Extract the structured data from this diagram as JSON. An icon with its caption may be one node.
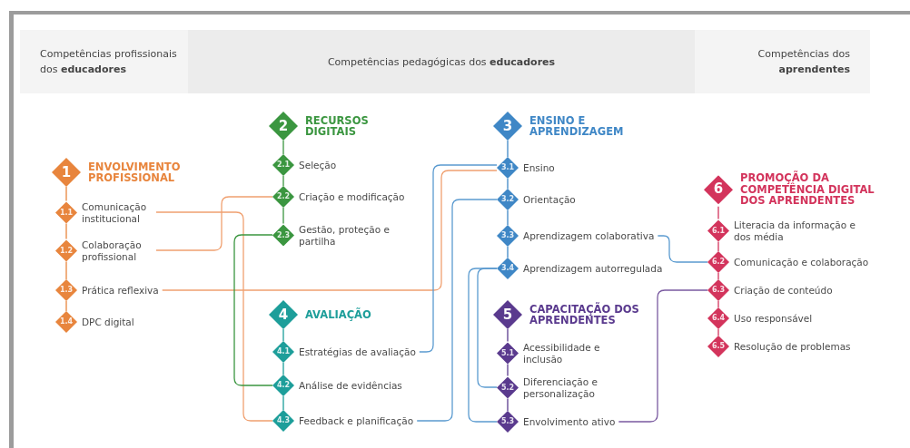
{
  "diagram": {
    "nodes": [
      {
        "text": [
          "Competências profissionais dos **educadores**"
        ]
      },
      {
        "text": [
          "Competências pedagógicas dos **educadores**"
        ]
      },
      {
        "text": [
          "Competências dos **aprendentes**"
        ]
      },
      {
        "text": [
          "1",
          "ENVOLVIMENTO PROFISSIONAL"
        ]
      },
      {
        "text": [
          "1.1",
          "Comunicação institucional"
        ]
      },
      {
        "text": [
          "1.2",
          "Colaboração profissional"
        ]
      },
      {
        "text": [
          "1.3",
          "Prática reflexiva"
        ]
      },
      {
        "text": [
          "1.4",
          "DPC digital"
        ]
      },
      {
        "text": [
          "2",
          "RECURSOS DIGITAIS"
        ]
      },
      {
        "text": [
          "2.1",
          "Seleção"
        ]
      },
      {
        "text": [
          "2.2",
          "Criação e modificação"
        ]
      },
      {
        "text": [
          "2.3",
          "Gestão, proteção e partilha"
        ]
      },
      {
        "text": [
          "3",
          "ENSINO E APRENDIZAGEM"
        ]
      },
      {
        "text": [
          "3.1",
          "Ensino"
        ]
      },
      {
        "text": [
          "3.2",
          "Orientação"
        ]
      },
      {
        "text": [
          "3.3",
          "Aprendizagem colaborativa"
        ]
      },
      {
        "text": [
          "3.4",
          "Aprendizagem autorregulada"
        ]
      },
      {
        "text": [
          "4",
          "AVALIAÇÃO"
        ]
      },
      {
        "text": [
          "4.1",
          "Estratégias de avaliação"
        ]
      },
      {
        "text": [
          "4.2",
          "Análise de evidências"
        ]
      },
      {
        "text": [
          "4.3",
          "Feedback e planificação"
        ]
      },
      {
        "text": [
          "5",
          "CAPACITAÇÃO DOS APRENDENTES"
        ]
      },
      {
        "text": [
          "5.1",
          "Acessibilidade e inclusão"
        ]
      },
      {
        "text": [
          "5.2",
          "Diferenciação e personalização"
        ]
      },
      {
        "text": [
          "5.3",
          "Envolvimento ativo"
        ]
      },
      {
        "text": [
          "6",
          "PROMOÇÃO DA COMPETÊNCIA DIGITAL DOS APRENDENTES"
        ]
      },
      {
        "text": [
          "6.1",
          "Literacia da informação e dos média"
        ]
      },
      {
        "text": [
          "6.2",
          "Comunicação e colaboração"
        ]
      },
      {
        "text": [
          "6.3",
          "Criação de conteúdo"
        ]
      },
      {
        "text": [
          "6.4",
          "Uso responsável"
        ]
      },
      {
        "text": [
          "6.5",
          "Resolução de problemas"
        ]
      }
    ],
    "edges": [
      {
        "from": 3,
        "to": 4,
        "arrow": "none",
        "color": "#e8853d"
      },
      {
        "from": 4,
        "to": 5,
        "arrow": "none",
        "color": "#e8853d"
      },
      {
        "from": 5,
        "to": 6,
        "arrow": "none",
        "color": "#e8853d"
      },
      {
        "from": 6,
        "to": 7,
        "arrow": "none",
        "color": "#e8853d"
      },
      {
        "from": 8,
        "to": 9,
        "arrow": "none",
        "color": "#3b9640"
      },
      {
        "from": 9,
        "to": 10,
        "arrow": "none",
        "color": "#3b9640"
      },
      {
        "from": 10,
        "to": 11,
        "arrow": "none",
        "color": "#3b9640"
      },
      {
        "from": 12,
        "to": 13,
        "arrow": "none",
        "color": "#3f87c6"
      },
      {
        "from": 13,
        "to": 14,
        "arrow": "none",
        "color": "#3f87c6"
      },
      {
        "from": 14,
        "to": 15,
        "arrow": "none",
        "color": "#3f87c6"
      },
      {
        "from": 15,
        "to": 16,
        "arrow": "none",
        "color": "#3f87c6"
      },
      {
        "from": 17,
        "to": 18,
        "arrow": "none",
        "color": "#1d9e9a"
      },
      {
        "from": 18,
        "to": 19,
        "arrow": "none",
        "color": "#1d9e9a"
      },
      {
        "from": 19,
        "to": 20,
        "arrow": "none",
        "color": "#1d9e9a"
      },
      {
        "from": 21,
        "to": 22,
        "arrow": "none",
        "color": "#5a3a8e"
      },
      {
        "from": 22,
        "to": 23,
        "arrow": "none",
        "color": "#5a3a8e"
      },
      {
        "from": 23,
        "to": 24,
        "arrow": "none",
        "color": "#5a3a8e"
      },
      {
        "from": 25,
        "to": 26,
        "arrow": "none",
        "color": "#d3345c"
      },
      {
        "from": 26,
        "to": 27,
        "arrow": "none",
        "color": "#d3345c"
      },
      {
        "from": 27,
        "to": 28,
        "arrow": "none",
        "color": "#d3345c"
      },
      {
        "from": 28,
        "to": 29,
        "arrow": "none",
        "color": "#d3345c"
      },
      {
        "from": 29,
        "to": 30,
        "arrow": "none",
        "color": "#d3345c"
      },
      {
        "from": 4,
        "to": 20,
        "arrow": "none",
        "color": "#f0a070"
      },
      {
        "from": 5,
        "to": 10,
        "arrow": "none",
        "color": "#f0a070"
      },
      {
        "from": 6,
        "to": 13,
        "arrow": "none",
        "color": "#f0a070"
      },
      {
        "from": 11,
        "to": 19,
        "arrow": "none",
        "color": "#3b9640"
      },
      {
        "from": 13,
        "to": 18,
        "arrow": "none",
        "color": "#5b9bd0"
      },
      {
        "from": 14,
        "to": 20,
        "arrow": "none",
        "color": "#5b9bd0"
      },
      {
        "from": 15,
        "to": 27,
        "arrow": "none",
        "color": "#5b9bd0"
      },
      {
        "from": 16,
        "to": 23,
        "arrow": "none",
        "color": "#5b9bd0"
      },
      {
        "from": 16,
        "to": 24,
        "arrow": "none",
        "color": "#5b9bd0"
      },
      {
        "from": 24,
        "to": 28,
        "arrow": "none",
        "color": "#7a5aa0"
      }
    ]
  }
}
